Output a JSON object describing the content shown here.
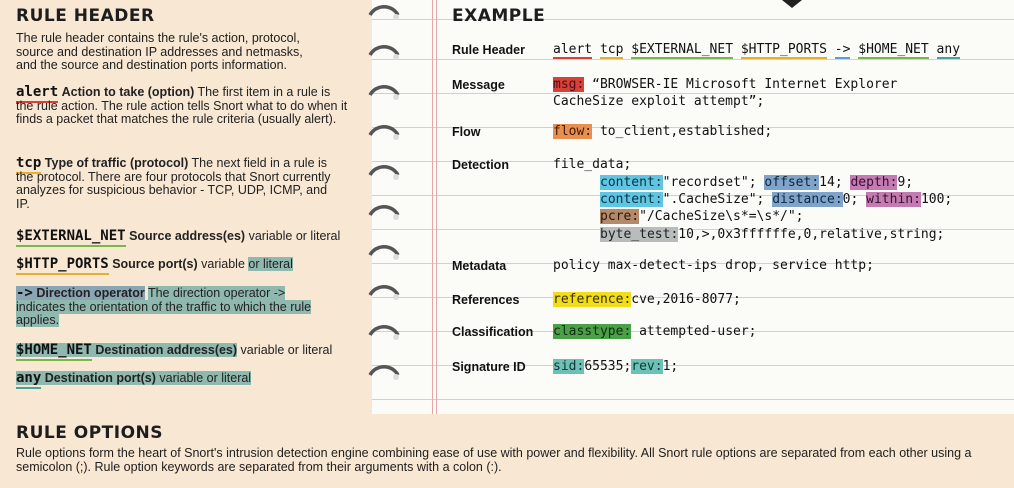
{
  "left": {
    "title": "RULE HEADER",
    "intro": "The rule header contains the rule's action, protocol, source and destination IP addresses and netmasks, and the source and destination ports information.",
    "items": [
      {
        "kw": "alert",
        "label": "Action to take (option)",
        "text": "The first item in a rule is the rule action. The rule action tells Snort what to do when it finds a packet that matches the rule criteria (usually alert)."
      },
      {
        "kw": "tcp",
        "label": "Type of traffic (protocol)",
        "text": "The next field in a rule is the protocol. There are four protocols that Snort currently analyzes for suspicious behavior - TCP, UDP, ICMP, and IP."
      },
      {
        "kw": "$EXTERNAL_NET",
        "label": "Source address(es)",
        "text": "variable or literal"
      },
      {
        "kw": "$HTTP_PORTS",
        "label": "Source port(s)",
        "text": "variable",
        "text2": "or literal"
      },
      {
        "kw": "->",
        "label": "Direction operator",
        "text": "The direction operator -> indicates the orientation of the traffic to which the rule applies."
      },
      {
        "kw": "$HOME_NET",
        "label": "Destination address(es)",
        "text": "variable or literal"
      },
      {
        "kw": "any",
        "label": "Destination port(s)",
        "text": "variable or literal"
      }
    ]
  },
  "example": {
    "title": "EXAMPLE",
    "labels": {
      "header": "Rule Header",
      "message": "Message",
      "flow": "Flow",
      "detection": "Detection",
      "metadata": "Metadata",
      "references": "References",
      "classification": "Classification",
      "sid": "Signature ID"
    },
    "header_tokens": [
      "alert",
      "tcp",
      "$EXTERNAL_NET",
      "$HTTP_PORTS",
      "->",
      "$HOME_NET",
      "any"
    ],
    "msg_kw": "msg:",
    "msg_line1": " “BROWSER-IE Microsoft Internet Explorer",
    "msg_line2": "CacheSize exploit attempt”;",
    "flow_kw": "flow:",
    "flow_val": " to_client,established;",
    "file_data": "file_data;",
    "det1_kw": "content:",
    "det1_val": "\"recordset\"; ",
    "det1_off": "offset:",
    "det1_offv": "14; ",
    "det1_dep": "depth:",
    "det1_depv": "9;",
    "det2_kw": "content:",
    "det2_val": "\".CacheSize\"; ",
    "det2_dis": "distance:",
    "det2_disv": "0; ",
    "det2_win": "within:",
    "det2_winv": "100;",
    "pcre_kw": "pcre:",
    "pcre_val": "\"/CacheSize\\s*=\\s*/\";",
    "bt_kw": "byte_test:",
    "bt_val": "10,>,0x3ffffffe,0,relative,string;",
    "metadata": "policy max-detect-ips drop, service http;",
    "ref_kw": "reference:",
    "ref_val": "cve,2016-8077;",
    "class_kw": "classtype:",
    "class_val": " attempted-user;",
    "sid_kw": "sid:",
    "sid_val": "65535;",
    "rev_kw": "rev:",
    "rev_val": "1;"
  },
  "bottom": {
    "title": "RULE OPTIONS",
    "text": "Rule options form the heart of Snort's intrusion detection engine combining ease of use with power and flexibility. All Snort rule options are separated from each other using a semicolon (;). Rule option keywords are separated from their arguments with a colon (:)."
  },
  "colors": {
    "background": "#f7e7d3",
    "paper": "#fbfbf8",
    "ruled_line": "#bfd4e6",
    "margin_line": "#e6a7a7"
  }
}
